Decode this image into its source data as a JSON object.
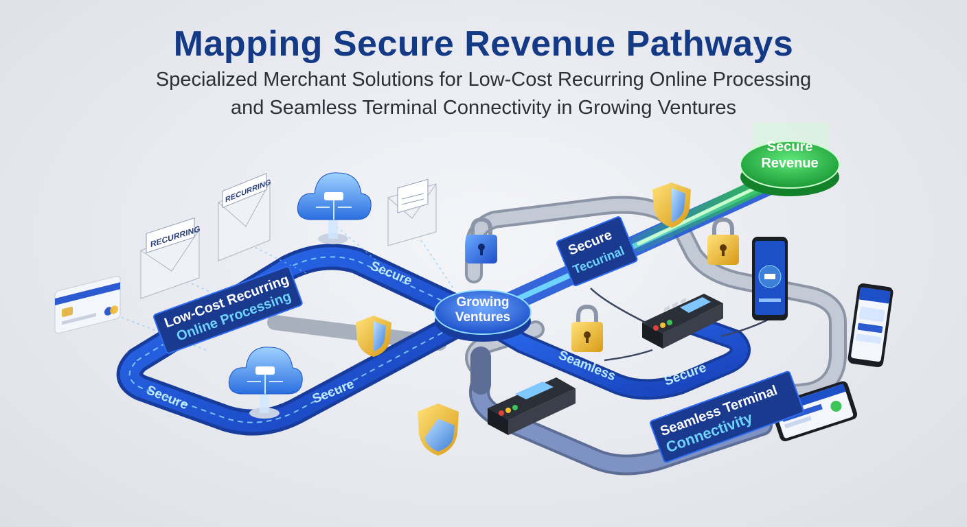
{
  "header": {
    "title": "Mapping Secure Revenue Pathways",
    "subtitle_line1": "Specialized Merchant Solutions for Low-Cost Recurring Online Processing",
    "subtitle_line2": "and Seamless Terminal Connectivity in Growing Ventures"
  },
  "nodes": {
    "hub": {
      "line1": "Growing",
      "line2": "Ventures"
    },
    "destination": {
      "line1": "Secure",
      "line2": "Revenue"
    }
  },
  "path_labels": {
    "online_line1": "Low-Cost Recurring",
    "online_line2": "Online Processing",
    "secure_top": "Secure",
    "secure_left": "Secure",
    "secure_middle": "Secure",
    "terminal_sign_line1": "Secure",
    "terminal_sign_line2": "Tecurinal",
    "seamless": "Seamless",
    "secure_right": "Secure",
    "connectivity_line1": "Seamless  Terminal",
    "connectivity_line2": "Connectivity"
  },
  "envelope_labels": {
    "env_left": "RECURRING",
    "env_middle": "RECURRING"
  },
  "colors": {
    "title": "#143a86",
    "blue_path": "#1f55d6",
    "glow": "#6fd3ff",
    "green_path": "#2fc24a",
    "gray_path": "#9aa3b2"
  },
  "icons": [
    "credit-card-icon",
    "envelope-icon",
    "cloud-chip-icon",
    "padlock-icon",
    "shield-icon",
    "payment-terminal-icon",
    "smartphone-icon"
  ]
}
